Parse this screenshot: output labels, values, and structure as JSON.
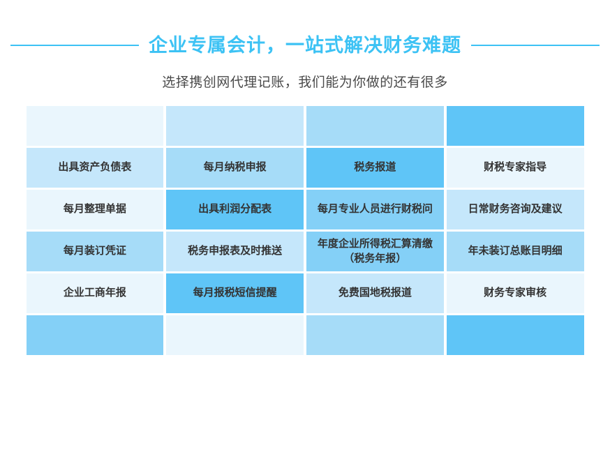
{
  "header": {
    "title": "企业专属会计，一站式解决财务难题",
    "subtitle": "选择携创网代理记账，我们能为你做的还有很多",
    "accent_color": "#3CC2F4"
  },
  "palette": {
    "lightest": "#EAF6FD",
    "light": "#C5E7FB",
    "medium_light": "#A6DCF8",
    "medium": "#84D0F7",
    "dark": "#5FC5F7",
    "cell_text": "#333333"
  },
  "grid": {
    "columns": 4,
    "rows": [
      {
        "cells": [
          {
            "label": "",
            "shade": "lightest"
          },
          {
            "label": "",
            "shade": "light"
          },
          {
            "label": "",
            "shade": "medium_light"
          },
          {
            "label": "",
            "shade": "dark"
          }
        ]
      },
      {
        "cells": [
          {
            "label": "出具资产负债表",
            "shade": "light"
          },
          {
            "label": "每月纳税申报",
            "shade": "medium_light"
          },
          {
            "label": "税务报道",
            "shade": "dark"
          },
          {
            "label": "财税专家指导",
            "shade": "lightest"
          }
        ]
      },
      {
        "cells": [
          {
            "label": "每月整理单据",
            "shade": "lightest"
          },
          {
            "label": "出具利润分配表",
            "shade": "dark"
          },
          {
            "label": "每月专业人员进行财税问",
            "shade": "medium"
          },
          {
            "label": "日常财务咨询及建议",
            "shade": "light"
          }
        ]
      },
      {
        "cells": [
          {
            "label": "每月装订凭证",
            "shade": "medium_light"
          },
          {
            "label": "税务申报表及时推送",
            "shade": "light"
          },
          {
            "label": "年度企业所得税汇算清缴（税务年报）",
            "shade": "medium"
          },
          {
            "label": "年未装订总账目明细",
            "shade": "medium_light"
          }
        ]
      },
      {
        "cells": [
          {
            "label": "企业工商年报",
            "shade": "lightest"
          },
          {
            "label": "每月报税短信提醒",
            "shade": "dark"
          },
          {
            "label": "免费国地税报道",
            "shade": "light"
          },
          {
            "label": "财务专家审核",
            "shade": "lightest"
          }
        ]
      },
      {
        "cells": [
          {
            "label": "",
            "shade": "medium"
          },
          {
            "label": "",
            "shade": "lightest"
          },
          {
            "label": "",
            "shade": "medium_light"
          },
          {
            "label": "",
            "shade": "dark"
          }
        ]
      }
    ]
  }
}
